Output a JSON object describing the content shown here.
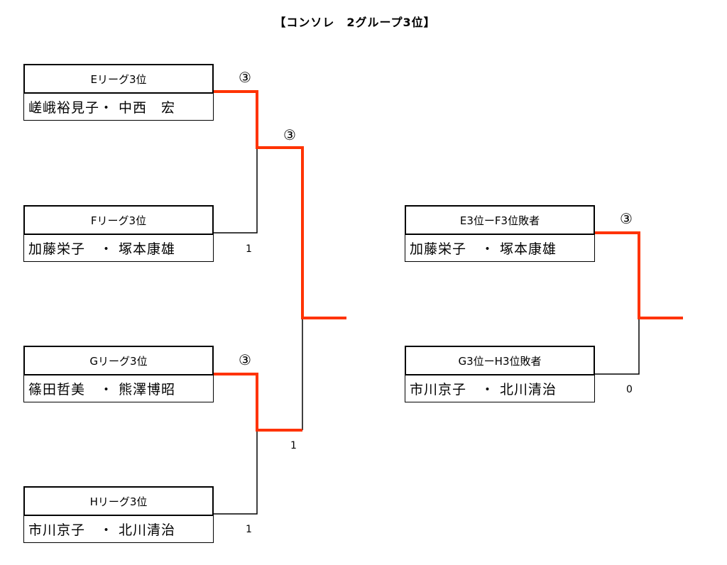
{
  "title": "【コンソレ　2グループ3位】",
  "entries": {
    "e": {
      "league": "Eリーグ3位",
      "players": "嵯峨裕見子・ 中西　宏"
    },
    "f": {
      "league": "Fリーグ3位",
      "players": "加藤栄子　・ 塚本康雄"
    },
    "g": {
      "league": "Gリーグ3位",
      "players": "篠田哲美　・ 熊澤博昭"
    },
    "h": {
      "league": "Hリーグ3位",
      "players": "市川京子　・ 北川清治"
    },
    "ef_loser": {
      "league": "E3位ーF3位敗者",
      "players": "加藤栄子　・ 塚本康雄"
    },
    "gh_loser": {
      "league": "G3位ーH3位敗者",
      "players": "市川京子　・ 北川清治"
    }
  },
  "results": {
    "ef_winner_mark": "③",
    "ef_loser_score": "1",
    "gh_winner_mark": "③",
    "gh_loser_score": "1",
    "semi_winner_mark": "③",
    "semi_loser_score": "1",
    "right_winner_mark": "③",
    "right_loser_score": "0"
  },
  "colors": {
    "winner_line": "#ff3300",
    "line": "#000000"
  }
}
